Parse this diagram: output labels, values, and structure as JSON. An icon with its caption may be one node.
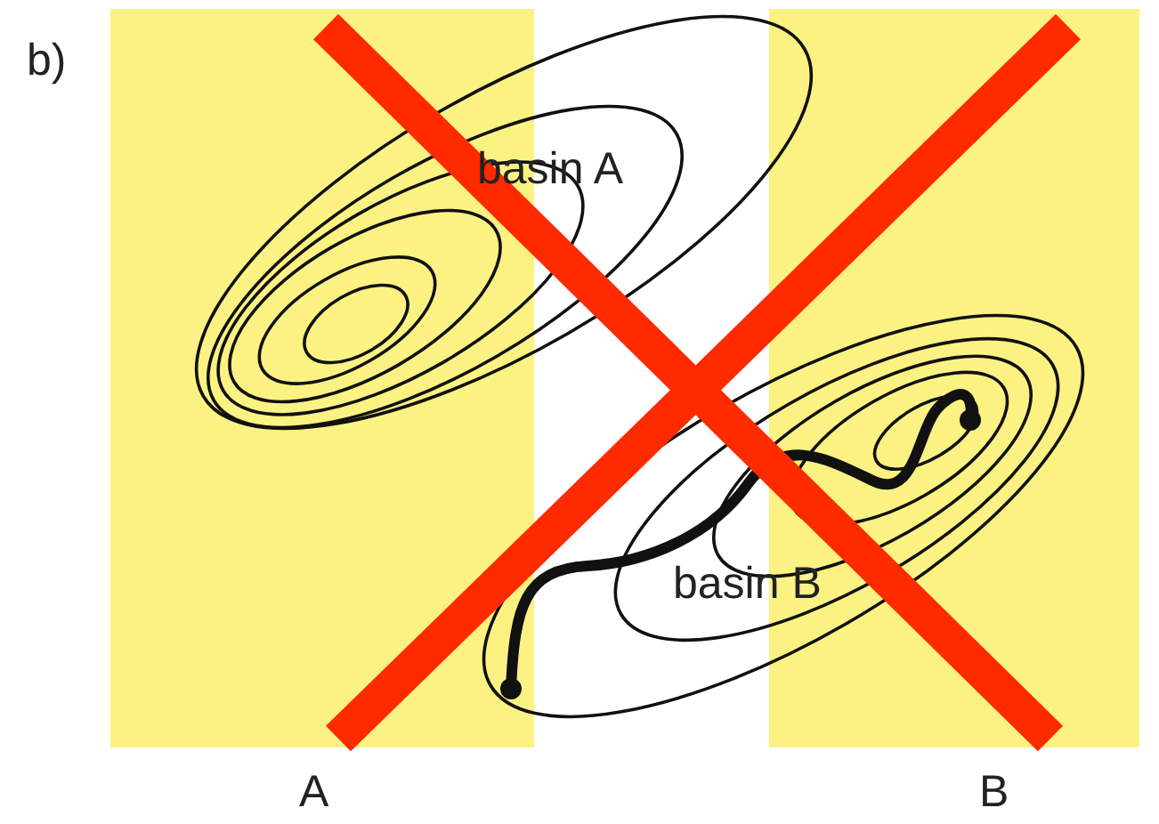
{
  "diagram": {
    "labels": [
      "b)",
      "basin A",
      "basin B",
      "A",
      "B"
    ]
  }
}
